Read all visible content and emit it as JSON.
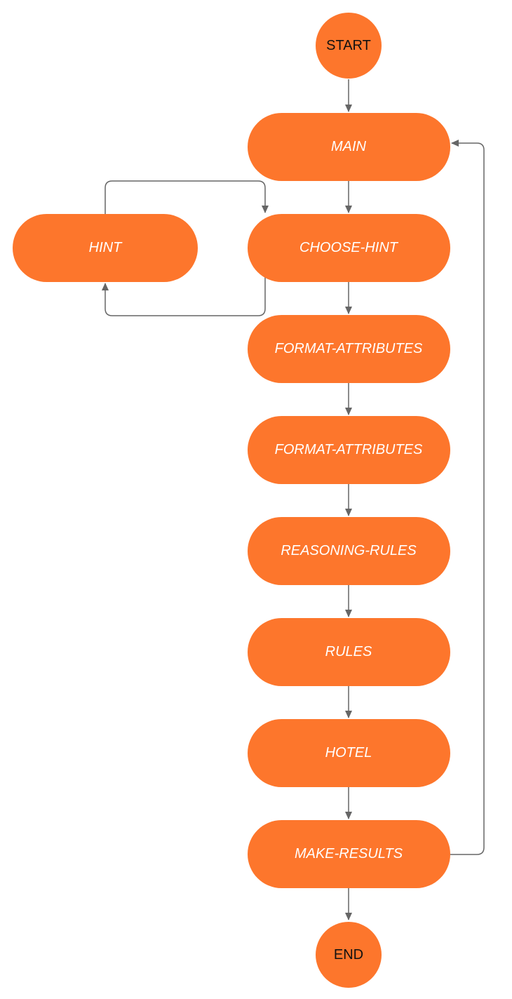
{
  "diagram": {
    "colors": {
      "node_fill": "#fd762c",
      "process_text": "#ffffff",
      "terminal_text": "#111111",
      "connector": "#666666"
    },
    "nodes": {
      "start": "START",
      "main": "MAIN",
      "hint": "HINT",
      "choose_hint": "CHOOSE-HINT",
      "format_attributes_1": "FORMAT-ATTRIBUTES",
      "format_attributes_2": "FORMAT-ATTRIBUTES",
      "reasoning_rules": "REASONING-RULES",
      "rules": "RULES",
      "hotel": "HOTEL",
      "make_results": "MAKE-RESULTS",
      "end": "END"
    },
    "edges": [
      {
        "from": "START",
        "to": "MAIN"
      },
      {
        "from": "MAIN",
        "to": "CHOOSE-HINT"
      },
      {
        "from": "CHOOSE-HINT",
        "to": "HINT"
      },
      {
        "from": "HINT",
        "to": "CHOOSE-HINT"
      },
      {
        "from": "CHOOSE-HINT",
        "to": "FORMAT-ATTRIBUTES"
      },
      {
        "from": "FORMAT-ATTRIBUTES",
        "to": "FORMAT-ATTRIBUTES"
      },
      {
        "from": "FORMAT-ATTRIBUTES",
        "to": "REASONING-RULES"
      },
      {
        "from": "REASONING-RULES",
        "to": "RULES"
      },
      {
        "from": "RULES",
        "to": "HOTEL"
      },
      {
        "from": "HOTEL",
        "to": "MAKE-RESULTS"
      },
      {
        "from": "MAKE-RESULTS",
        "to": "MAIN"
      },
      {
        "from": "MAKE-RESULTS",
        "to": "END"
      }
    ]
  }
}
